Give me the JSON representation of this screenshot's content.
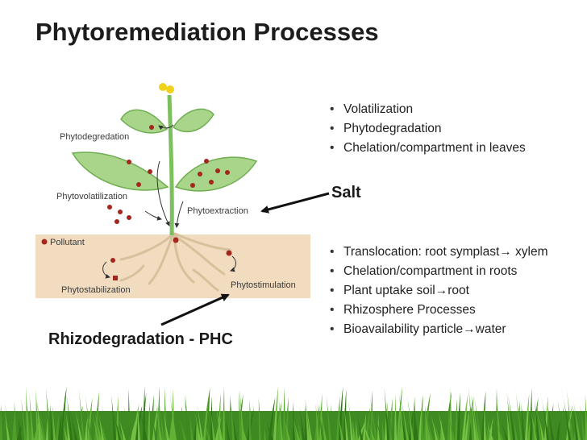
{
  "slide": {
    "title": "Phytoremediation Processes"
  },
  "diagram": {
    "labels": {
      "phytodegredation": "Phytodegredation",
      "phytovolatilization": "Phytovolatilization",
      "phytoextraction": "Phytoextraction",
      "pollutant": "Pollutant",
      "phytostabilization": "Phytostabilization",
      "phytostimulation": "Phytostimulation"
    },
    "colors": {
      "leaf": "#a8d58a",
      "leaf_edge": "#6fae52",
      "soil": "#f2dcc0",
      "root": "#d9c39e",
      "pollutant_dot": "#a3271d",
      "flower": "#f0d21c",
      "grass": "#4f9e2a"
    }
  },
  "upper_list": {
    "items": [
      "Volatilization",
      "Phytodegradation",
      "Chelation/compartment in leaves"
    ]
  },
  "salt_label": "Salt",
  "lower_list": {
    "items": [
      "Translocation: root symplast→ xylem",
      "Chelation/compartment in roots",
      "Plant uptake soil→root",
      "Rhizosphere Processes",
      "Bioavailability particle→water"
    ]
  },
  "rhizo_label": "Rhizodegradation - PHC"
}
